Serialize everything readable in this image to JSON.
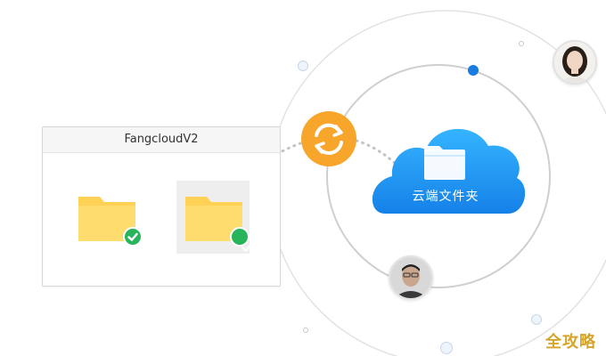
{
  "window": {
    "title": "FangcloudV2"
  },
  "cloud": {
    "label": "云端文件夹"
  },
  "watermark": {
    "text": "全攻略"
  },
  "colors": {
    "folder": "#ffd255",
    "check": "#27b45a",
    "sync_badge": "#f7a52b",
    "cloud": "#1e9bf0",
    "accent_dot": "#1a7be0",
    "orbit": "#d9d9d9"
  },
  "icons": [
    "folder-icon",
    "check-icon",
    "sync-icon",
    "cloud-icon",
    "person-avatar"
  ]
}
